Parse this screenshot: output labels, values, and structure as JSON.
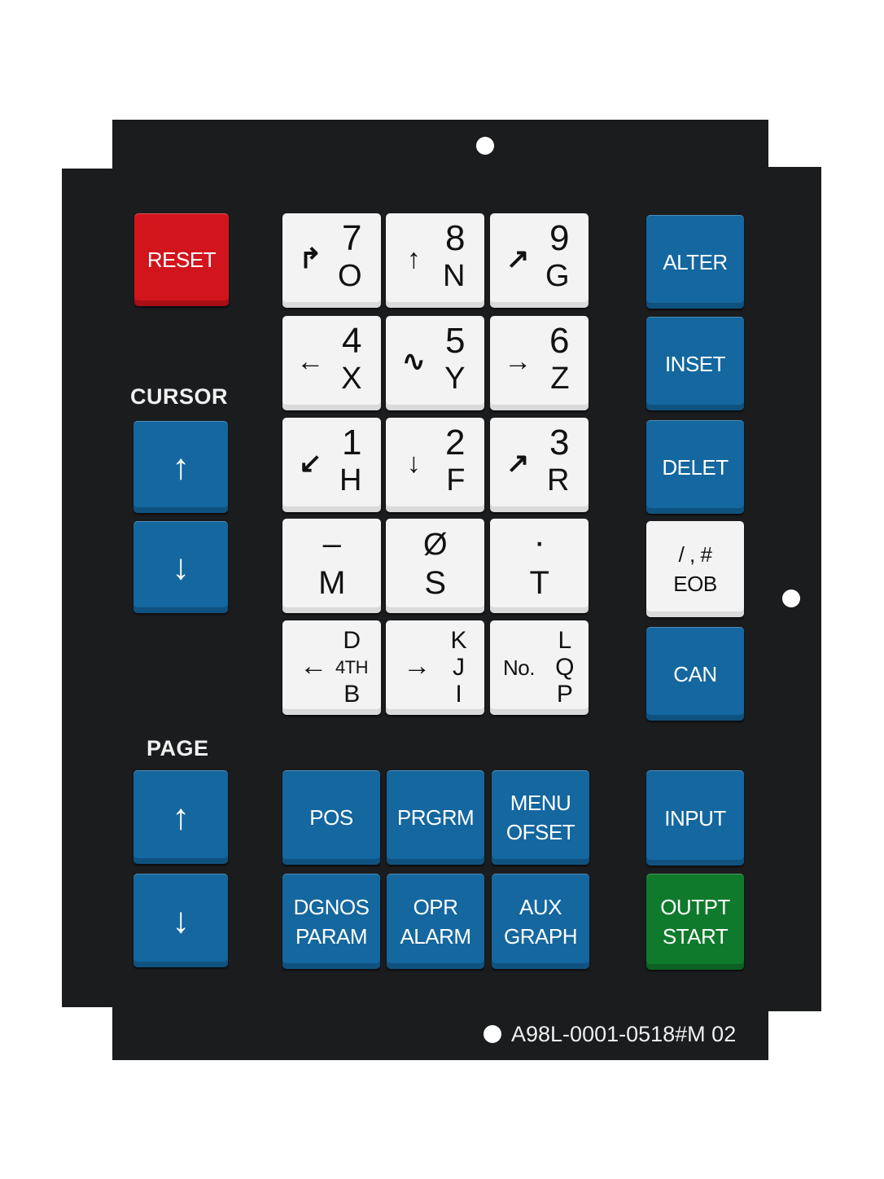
{
  "labels": {
    "cursor": "CURSOR",
    "page": "PAGE",
    "part_number": "A98L-0001-0518#M 02"
  },
  "keys": {
    "reset": "RESET",
    "alter": "ALTER",
    "inset": "INSET",
    "delet": "DELET",
    "eob_top": "/ , #",
    "eob_bottom": "EOB",
    "can": "CAN",
    "input": "INPUT",
    "outpt": "OUTPT",
    "start": "START",
    "pos": "POS",
    "prgrm": "PRGRM",
    "menu": "MENU",
    "ofset": "OFSET",
    "dgnos": "DGNOS",
    "param": "PARAM",
    "opr": "OPR",
    "alarm": "ALARM",
    "aux": "AUX",
    "graph": "GRAPH",
    "cursor_up_icon": "↑",
    "cursor_down_icon": "↓",
    "page_up_icon": "↑",
    "page_down_icon": "↓"
  },
  "numpad": {
    "k7": {
      "top": "7",
      "bottom": "O",
      "icon": "↱"
    },
    "k8": {
      "top": "8",
      "bottom": "N",
      "icon": "↑"
    },
    "k9": {
      "top": "9",
      "bottom": "G",
      "icon": "↗"
    },
    "k4": {
      "top": "4",
      "bottom": "X",
      "icon": "←"
    },
    "k5": {
      "top": "5",
      "bottom": "Y",
      "icon": "∿"
    },
    "k6": {
      "top": "6",
      "bottom": "Z",
      "icon": "→"
    },
    "k1": {
      "top": "1",
      "bottom": "H",
      "icon": "↙"
    },
    "k2": {
      "top": "2",
      "bottom": "F",
      "icon": "↓"
    },
    "k3": {
      "top": "3",
      "bottom": "R",
      "icon": "↗"
    },
    "kminus": {
      "top": "–",
      "bottom": "M"
    },
    "kzero": {
      "top": "Ø",
      "bottom": "S"
    },
    "kdot": {
      "top": "·",
      "bottom": "T"
    },
    "kd": {
      "l1": "D",
      "l2": "4TH",
      "l3": "B",
      "icon": "←"
    },
    "kk": {
      "l1": "K",
      "l2": "J",
      "l3": "I",
      "icon": "→"
    },
    "kl": {
      "l1": "L",
      "l2": "Q",
      "l3": "P",
      "prefix": "No."
    }
  },
  "colors": {
    "panel": "#1b1c1e",
    "blue_key": "#14679f",
    "red_key": "#d2141c",
    "green_key": "#107a2c",
    "white_key": "#f3f3f3"
  }
}
